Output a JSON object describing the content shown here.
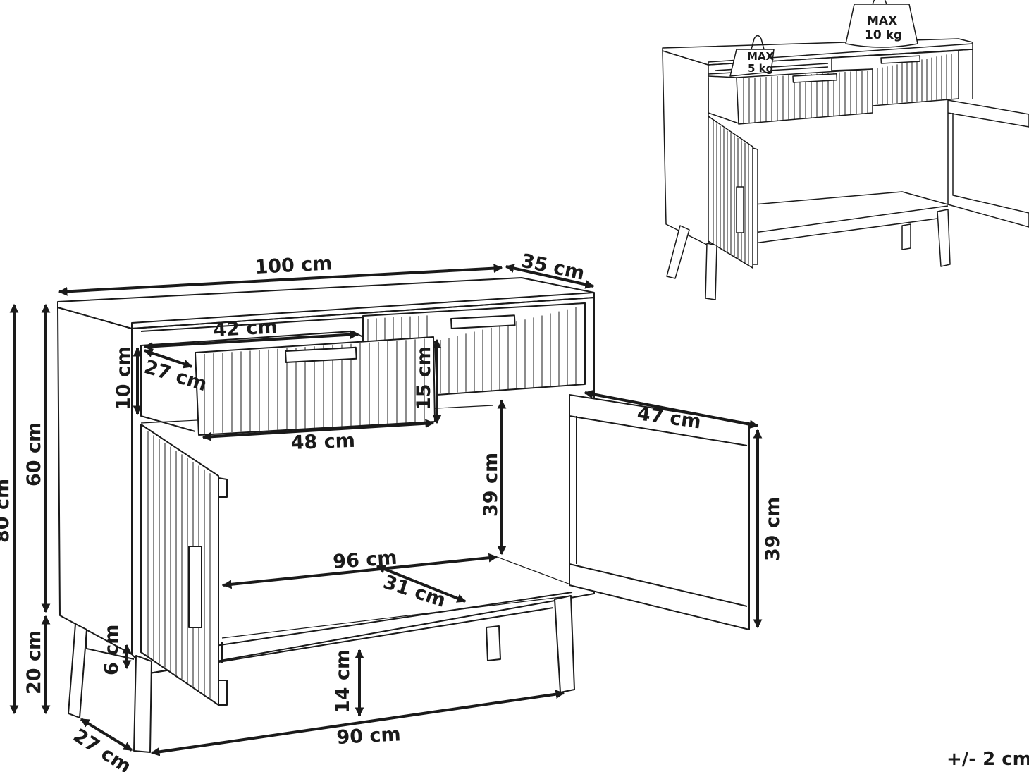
{
  "diagram": {
    "dimensions": {
      "total_width": "100 cm",
      "total_depth": "35 cm",
      "drawer_inner_width": "42 cm",
      "drawer_inner_depth": "27 cm",
      "drawer_inner_height": "10 cm",
      "drawer_front_width": "48 cm",
      "drawer_front_height": "15 cm",
      "door_width": "47 cm",
      "door_height": "39 cm",
      "cabinet_inner_height": "39 cm",
      "cabinet_inner_width": "96 cm",
      "cabinet_inner_depth": "31 cm",
      "total_height": "80 cm",
      "body_height": "60 cm",
      "leg_height": "20 cm",
      "leg_inset": "6 cm",
      "floor_clearance": "14 cm",
      "leg_span_width": "90 cm",
      "leg_span_depth": "27 cm"
    },
    "weight_limits": {
      "drawer_max_label": "MAX",
      "drawer_max_value": "5 kg",
      "top_max_label": "MAX",
      "top_max_value": "10 kg"
    },
    "tolerance": "+/- 2 cm"
  }
}
